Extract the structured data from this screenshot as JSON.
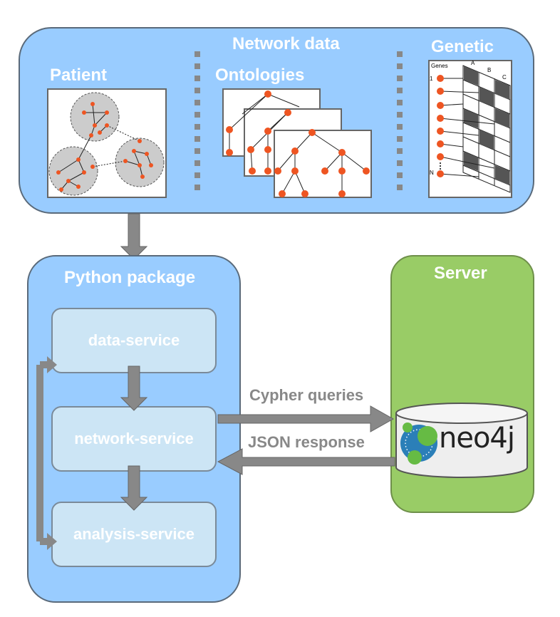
{
  "top_panel": {
    "title": "Network data",
    "patient_label": "Patient",
    "ontologies_label": "Ontologies",
    "genetic_label": "Genetic",
    "genetic_matrix": {
      "rows_header": "Genes",
      "first_row": "1",
      "last_row": "N",
      "columns": [
        "A",
        "B",
        "C"
      ]
    }
  },
  "python_package": {
    "title": "Python package",
    "services": [
      "data-service",
      "network-service",
      "analysis-service"
    ]
  },
  "server": {
    "title": "Server",
    "db_logo": "neo4j"
  },
  "arrows": {
    "request_label": "Cypher queries",
    "response_label": "JSON response"
  },
  "colors": {
    "panel_blue": "#99ccff",
    "service_box": "#cce5f5",
    "server_green": "#99cc66",
    "node_orange": "#ee5522",
    "arrow_gray": "#888888"
  }
}
